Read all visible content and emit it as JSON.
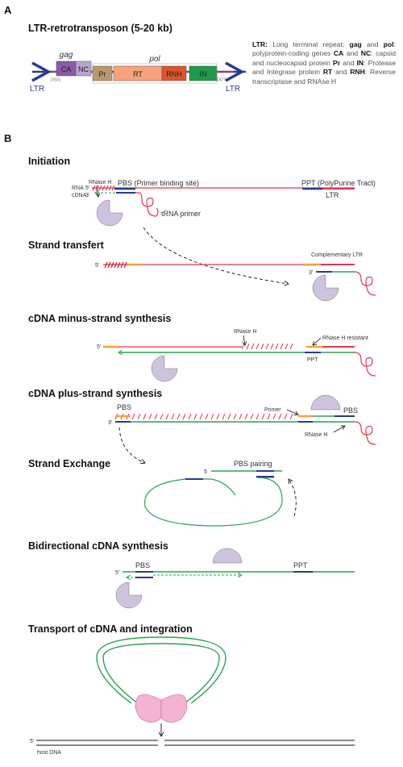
{
  "panel_a": {
    "label": "A",
    "title": "LTR-retrotransposon (5-20 kb)",
    "gag": "gag",
    "pol": "pol",
    "segments": {
      "ca": "CA",
      "nc": "NC",
      "pr": "Pr",
      "rt": "RT",
      "rnh": "RNH",
      "in": "IN"
    },
    "pbs": "PBS",
    "ppt": "PPT",
    "ltr_left": "LTR",
    "ltr_right": "LTR",
    "legend": [
      {
        "b": "LTR:",
        "t": " Long terminal repeat; "
      },
      {
        "b": "gag",
        "t": " and "
      },
      {
        "b": "pol",
        "t": ": polyprotein-coding genes "
      },
      {
        "b": "CA",
        "t": " and "
      },
      {
        "b": "NC",
        "t": ": capsid and nucleocapsid protein "
      },
      {
        "b": "Pr",
        "t": " and "
      },
      {
        "b": "IN",
        "t": ": Protease and Integrase protein "
      },
      {
        "b": "RT",
        "t": " and "
      },
      {
        "b": "RNH",
        "t": ": Reverse transcriptase and RNAse H"
      }
    ]
  },
  "panel_b": {
    "label": "B",
    "initiation": {
      "title": "Initiation",
      "rnaseh": "RNase H",
      "pbs": "PBS (Primer binding site)",
      "ppt": "PPT (PolyPurine Tract)",
      "ltr": "LTR",
      "rna": "RNA",
      "cdna": "cDNA",
      "five": "5'",
      "three": "3'",
      "trna": "tRNA primer"
    },
    "transfer": {
      "title": "Strand transfert",
      "five": "5'",
      "three": "3'",
      "comp": "Complementary LTR"
    },
    "minus": {
      "title": "cDNA minus-strand synthesis",
      "rnaseh": "RNase H",
      "resistant": "RNase H resistant",
      "ppt": "PPT",
      "five": "5'"
    },
    "plus": {
      "title": "cDNA plus-strand synthesis",
      "pbs_left": "PBS",
      "primer": "Primer",
      "pbs_right": "PBS",
      "rnaseh": "RNase H",
      "three": "3'"
    },
    "exchange": {
      "title": "Strand Exchange",
      "pairing": "PBS pairing",
      "five": "5"
    },
    "bidir": {
      "title": "Bidirectional cDNA synthesis",
      "pbs": "PBS",
      "ppt": "PPT",
      "five": "5'"
    },
    "transport": {
      "title": "Transport of cDNA and integration",
      "five": "5'",
      "host": "host DNA"
    }
  },
  "colors": {
    "rna": "#e2374f",
    "cdna": "#2ea055",
    "pbs": "#2b3990",
    "ppt": "#f4a23b",
    "enzyme": "#cdc3de",
    "integrase": "#f4b3cf",
    "ltr": "#2b3990",
    "ca": "#8b5aa5",
    "nc": "#b7a4cf",
    "pr": "#b99772",
    "rt": "#f7a27c",
    "rnh": "#e0532d",
    "in": "#1d9a4a"
  }
}
